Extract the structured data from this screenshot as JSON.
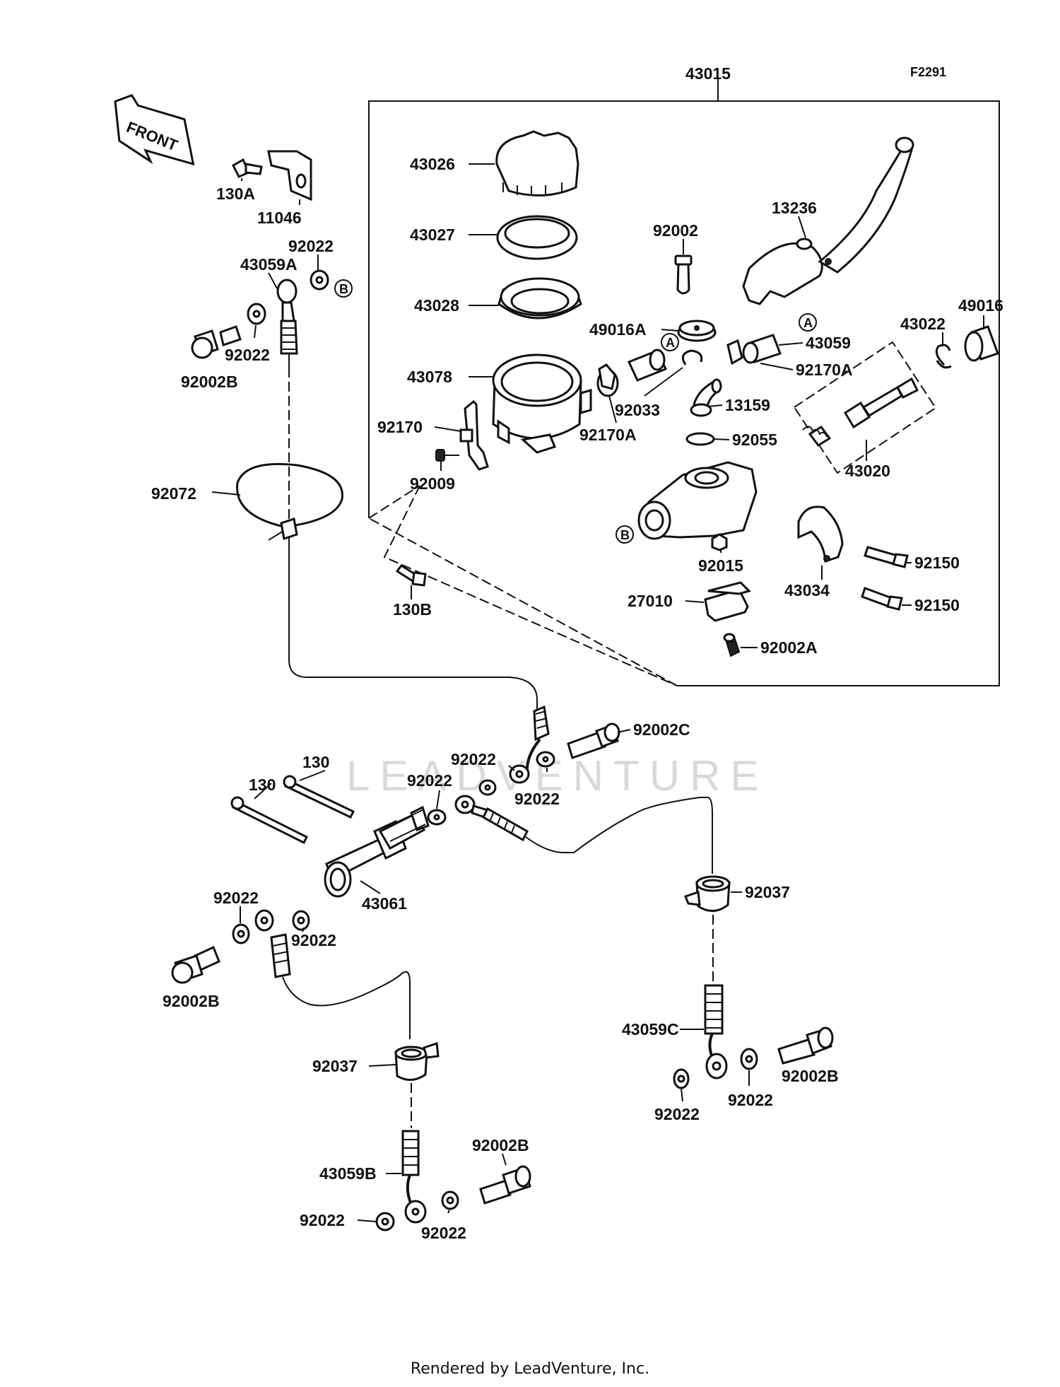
{
  "diagram": {
    "code": "F2291",
    "footer": "Rendered by LeadVenture, Inc.",
    "watermark": "LEADVENTURE",
    "front_label": "FRONT",
    "markers": {
      "a": "A",
      "b": "B"
    },
    "labels": {
      "p43015": "43015",
      "p43026": "43026",
      "p43027": "43027",
      "p43028": "43028",
      "p43078": "43078",
      "p92170": "92170",
      "p92009": "92009",
      "p130B": "130B",
      "p92002": "92002",
      "p13236": "13236",
      "p49016A": "49016A",
      "p43059": "43059",
      "p92170A_r": "92170A",
      "p92170A_l": "92170A",
      "p92033": "92033",
      "p13159": "13159",
      "p92055": "92055",
      "p43022": "43022",
      "p49016": "49016",
      "p43020": "43020",
      "p92015": "92015",
      "p43034": "43034",
      "p92150_a": "92150",
      "p92150_b": "92150",
      "p27010": "27010",
      "p92002A": "92002A",
      "p130A": "130A",
      "p11046": "11046",
      "p92022_tl1": "92022",
      "p43059A": "43059A",
      "p92022_tl2": "92022",
      "p92002B_tl": "92002B",
      "p92072": "92072",
      "p92002C": "92002C",
      "p92022_m1": "92022",
      "p92022_m2": "92022",
      "p92022_m3": "92022",
      "p130_a": "130",
      "p130_b": "130",
      "p43061": "43061",
      "p92022_l1": "92022",
      "p92022_l2": "92022",
      "p92002B_l": "92002B",
      "p92037_r": "92037",
      "p43059C": "43059C",
      "p92002B_r": "92002B",
      "p92022_r1": "92022",
      "p92022_r2": "92022",
      "p92037_l": "92037",
      "p43059B": "43059B",
      "p92002B_b": "92002B",
      "p92022_b1": "92022",
      "p92022_b2": "92022"
    }
  }
}
